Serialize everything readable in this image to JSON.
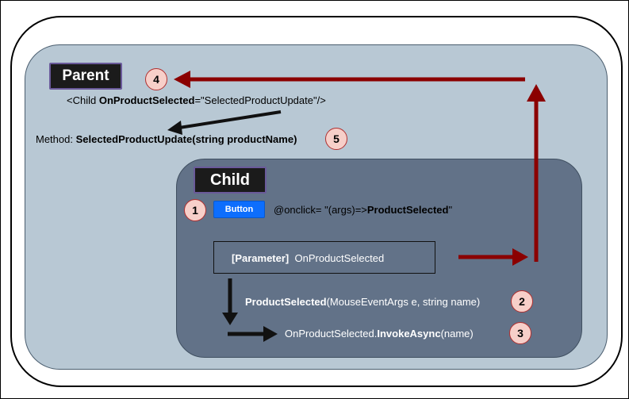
{
  "parent": {
    "title": "Parent",
    "child_tag": {
      "prefix": "<Child  ",
      "attr": "OnProductSelected",
      "suffix": "=\"SelectedProductUpdate\"/>"
    },
    "method": {
      "label": "Method: ",
      "signature": "SelectedProductUpdate(string productName)"
    }
  },
  "child": {
    "title": "Child",
    "button_label": "Button",
    "onclick": {
      "prefix": "@onclick= \"(args)=>",
      "handler": "ProductSelected",
      "suffix": "\""
    },
    "parameter": {
      "attr": "[Parameter]",
      "name": "OnProductSelected"
    },
    "product_selected": {
      "name": "ProductSelected",
      "params": "(MouseEventArgs e, string name)"
    },
    "invoke": {
      "prefix": "OnProductSelected.",
      "method": "InvokeAsync",
      "suffix": "(name)"
    }
  },
  "badges": [
    "1",
    "2",
    "3",
    "4",
    "5"
  ],
  "colors": {
    "outer_background": "#ffffff",
    "parent_fill": "#b8c8d4",
    "child_fill": "#627288",
    "label_fill": "#1b1b1b",
    "button_fill": "#0d6efd",
    "badge_fill": "#f7cfc9",
    "arrow_red": "#8b0000",
    "arrow_black": "#111111"
  }
}
